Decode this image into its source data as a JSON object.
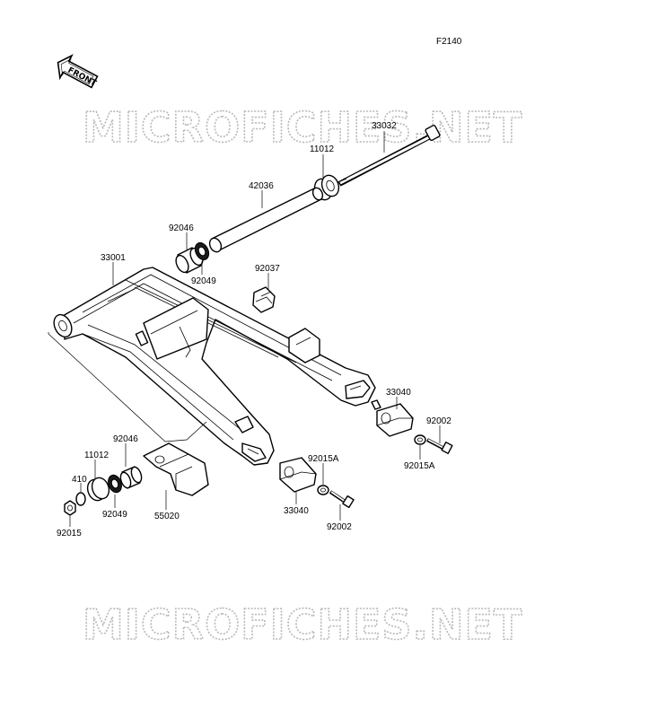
{
  "figure_code": "F2140",
  "front_badge": "FRONT",
  "watermark": "MICROFICHES.NET",
  "parts": [
    {
      "id": "33032"
    },
    {
      "id": "11012"
    },
    {
      "id": "42036"
    },
    {
      "id": "92046"
    },
    {
      "id": "92049"
    },
    {
      "id": "92037"
    },
    {
      "id": "33001"
    },
    {
      "id": "33040"
    },
    {
      "id": "92002"
    },
    {
      "id": "92015A"
    },
    {
      "id": "11012"
    },
    {
      "id": "92046"
    },
    {
      "id": "410"
    },
    {
      "id": "92049"
    },
    {
      "id": "55020"
    },
    {
      "id": "92015"
    },
    {
      "id": "92015A"
    },
    {
      "id": "33040"
    },
    {
      "id": "92002"
    }
  ]
}
